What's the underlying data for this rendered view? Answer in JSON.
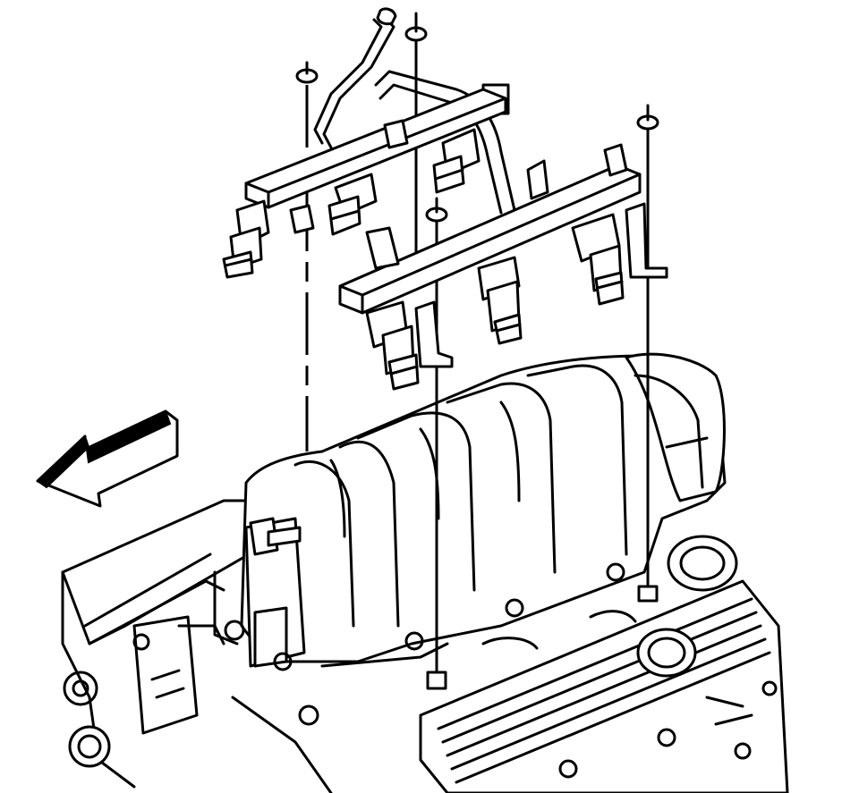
{
  "figure": {
    "subject": "fuel-rail-and-injector-installation",
    "parts": {
      "front_fuel_rail": "fuel-rail-front",
      "rear_fuel_rail": "fuel-rail-rear",
      "crossover_pipe": "fuel-crossover-pipe",
      "injectors": [
        "injector-1",
        "injector-2",
        "injector-3",
        "injector-4",
        "injector-5",
        "injector-6"
      ],
      "fasteners": [
        "stud-nut-1",
        "stud-nut-2",
        "stud-nut-3",
        "stud-nut-4"
      ],
      "intake_manifold": "upper-intake-manifold",
      "direction_indicator": "front-arrow-icon"
    },
    "colors": {
      "ink": "#000000",
      "paper": "#ffffff"
    }
  }
}
